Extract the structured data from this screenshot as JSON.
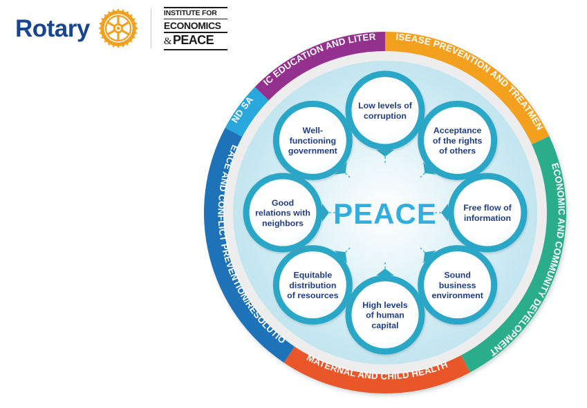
{
  "logos": {
    "rotary_wordmark": "Rotary",
    "rotary_wheel_icon": "rotary-wheel-icon",
    "iep": {
      "line1": "INSTITUTE FOR",
      "line2": "ECONOMICS",
      "amp": "&",
      "line3": "PEACE"
    }
  },
  "diagram": {
    "center_label": "PEACE",
    "outer_ring": [
      {
        "label": "BASIC EDUCATION AND LITERACY",
        "color": "#94318E"
      },
      {
        "label": "DISEASE PREVENTION AND TREATMENT",
        "color": "#F2A01E"
      },
      {
        "label": "ECONOMIC AND COMMUNITY DEVELOPMENT",
        "color": "#2BAD8C"
      },
      {
        "label": "MATERNAL AND CHILD HEALTH",
        "color": "#E8562A"
      },
      {
        "label": "PEACE AND CONFLICT PREVENTION/RESOLUTION",
        "color": "#1E72B8"
      },
      {
        "label": "WATER AND SANITATION",
        "color": "#29A8DE"
      }
    ],
    "pillars": [
      {
        "lines": [
          "Low levels of",
          "corruption"
        ]
      },
      {
        "lines": [
          "Acceptance",
          "of the rights",
          "of others"
        ]
      },
      {
        "lines": [
          "Free flow of",
          "information"
        ]
      },
      {
        "lines": [
          "Sound",
          "business",
          "environment"
        ]
      },
      {
        "lines": [
          "High levels",
          "of human",
          "capital"
        ]
      },
      {
        "lines": [
          "Equitable",
          "distribution",
          "of resources"
        ]
      },
      {
        "lines": [
          "Good",
          "relations with",
          "neighbors"
        ]
      },
      {
        "lines": [
          "Well-",
          "functioning",
          "government"
        ]
      }
    ],
    "colors": {
      "node_ring": "#2BA7C6",
      "node_fill": "#ffffff",
      "node_text": "#1F3C88",
      "inner_disc": "#CFEAF2",
      "center_text": "#31AEDD",
      "ring_gap": "#EDEDED",
      "rotary_blue": "#17458F",
      "rotary_gold": "#F2A01E"
    }
  }
}
